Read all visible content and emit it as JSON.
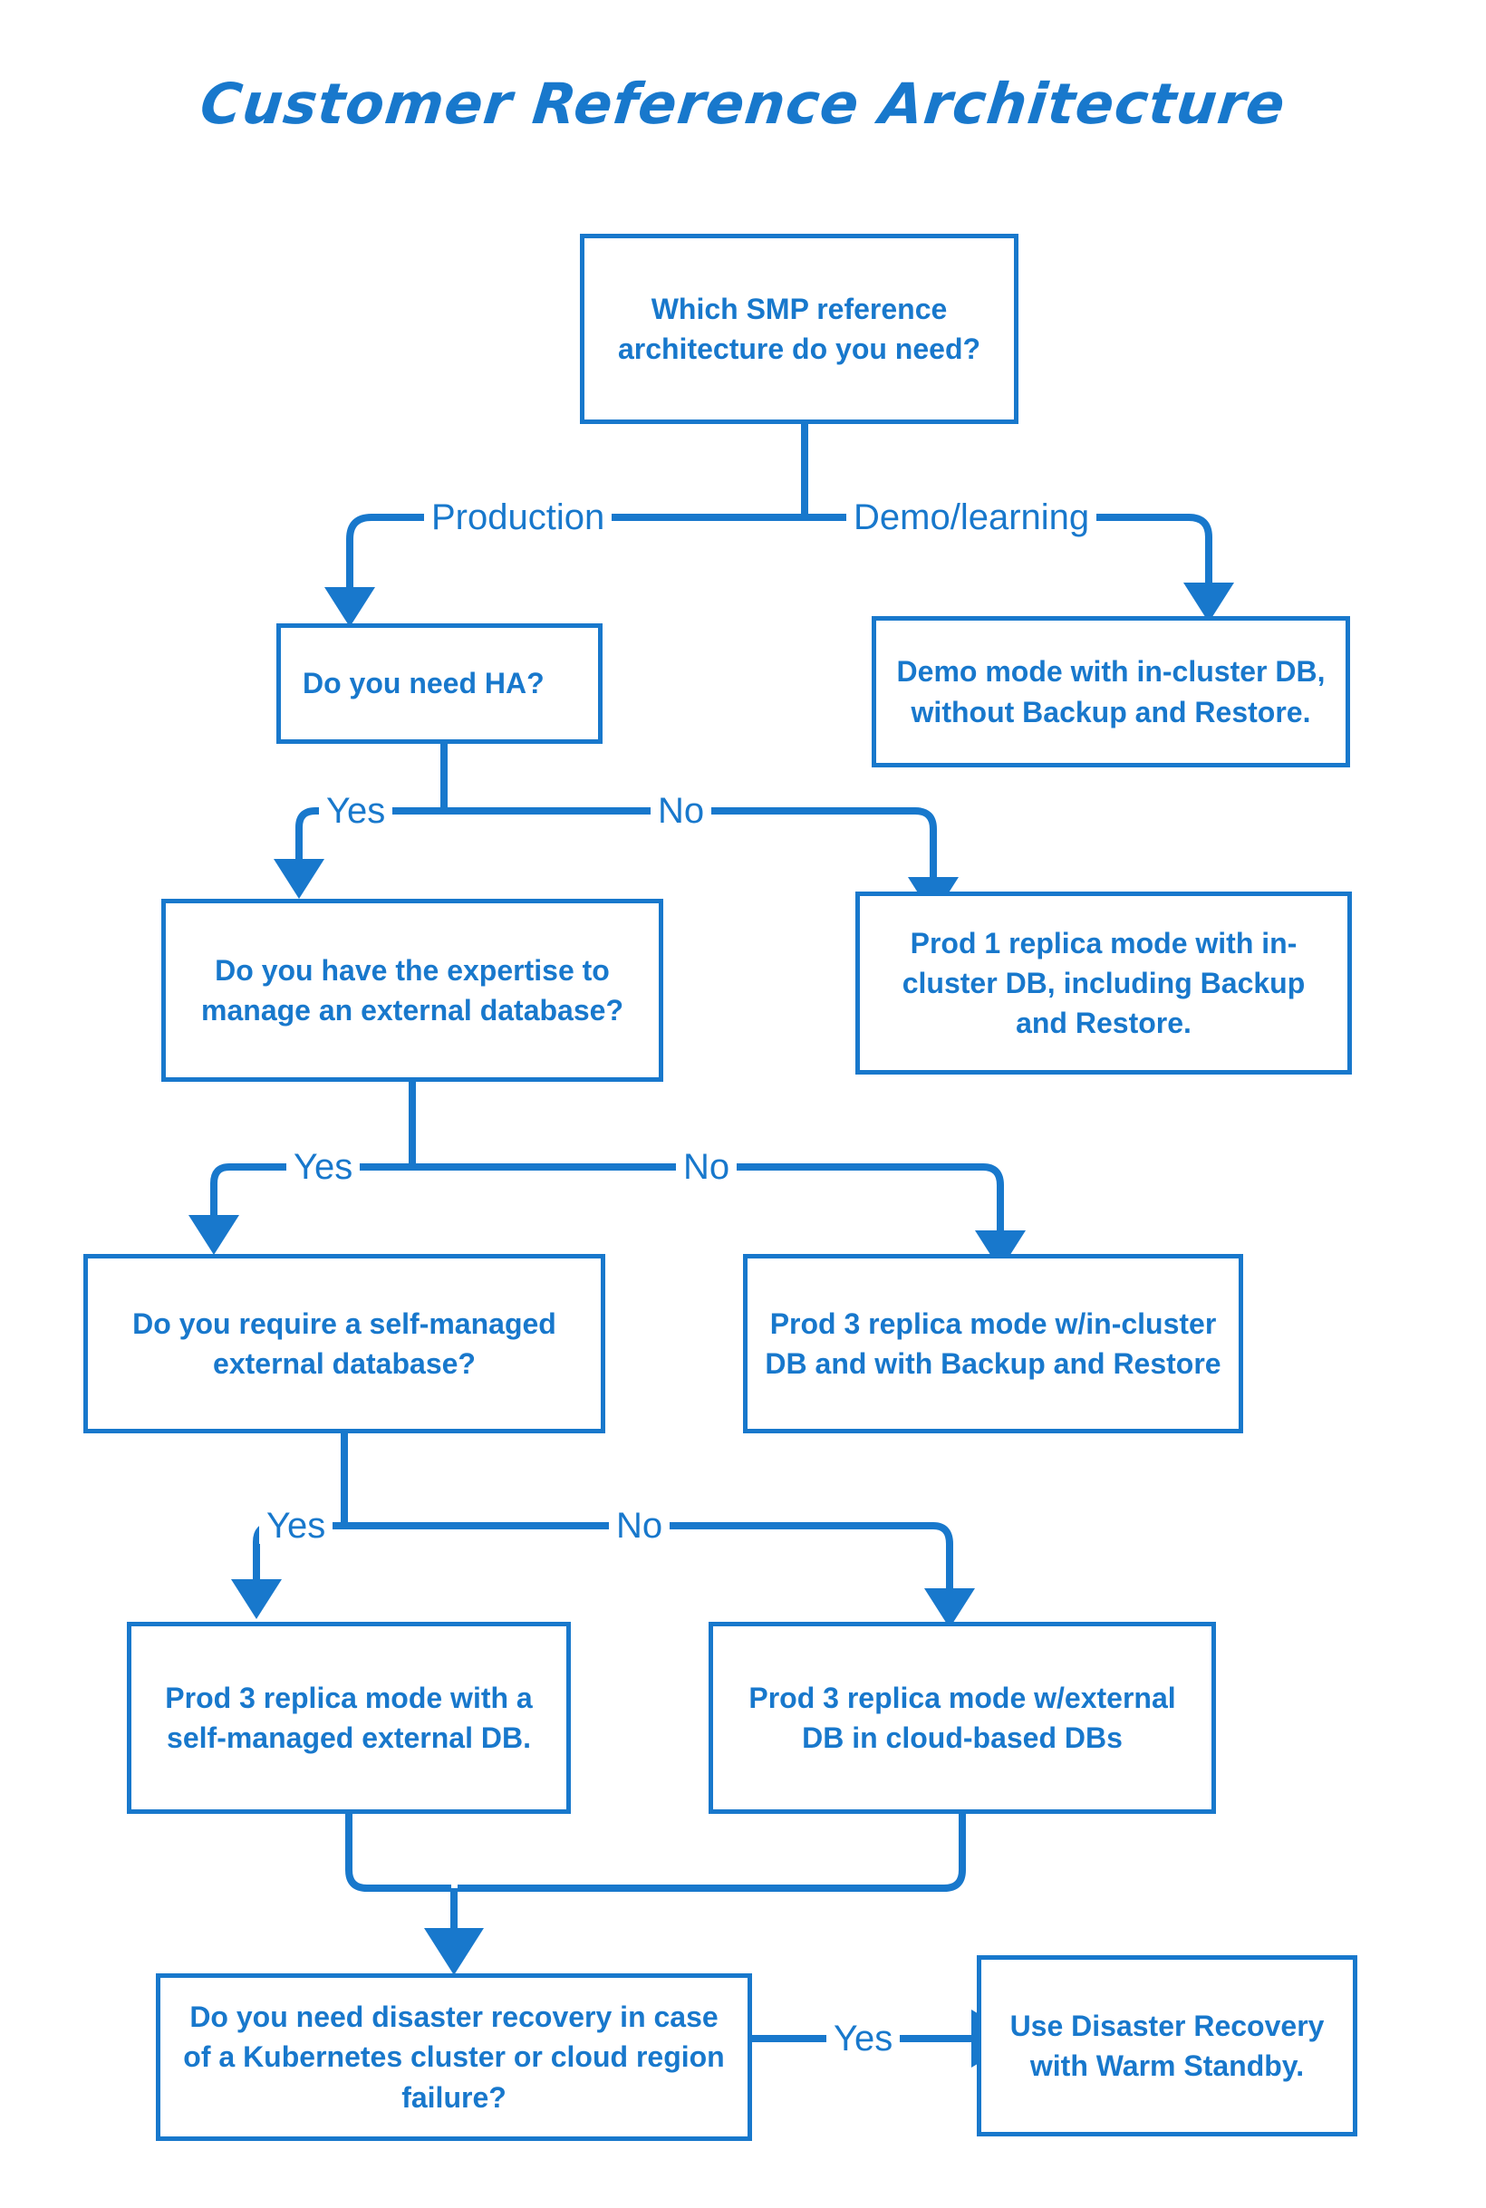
{
  "title": "Customer Reference Architecture",
  "theme": {
    "accent": "#1878CC",
    "background": "#FFFFFF",
    "line_width": 8,
    "border_width": 5
  },
  "diagram": {
    "type": "flowchart",
    "orientation": "top-down",
    "nodes": [
      {
        "id": "root",
        "kind": "decision",
        "text": "Which SMP reference architecture do you need?"
      },
      {
        "id": "ha",
        "kind": "decision",
        "text": "Do you need HA?"
      },
      {
        "id": "demo",
        "kind": "outcome",
        "text": "Demo mode with in-cluster DB, without Backup and Restore."
      },
      {
        "id": "expertise",
        "kind": "decision",
        "text": "Do you have the expertise to manage an external database?"
      },
      {
        "id": "prod1",
        "kind": "outcome",
        "text": "Prod 1 replica mode with in-cluster DB, including Backup and Restore."
      },
      {
        "id": "selfmanaged",
        "kind": "decision",
        "text": "Do you require a self-managed external database?"
      },
      {
        "id": "prod3incluster",
        "kind": "outcome",
        "text": "Prod 3 replica mode w/in-cluster DB and with Backup and Restore"
      },
      {
        "id": "prod3self",
        "kind": "outcome",
        "text": "Prod 3 replica mode with a self-managed external DB."
      },
      {
        "id": "prod3cloud",
        "kind": "outcome",
        "text": "Prod 3 replica mode w/external DB in cloud-based DBs"
      },
      {
        "id": "dr",
        "kind": "decision",
        "text": "Do you need disaster recovery in case of a Kubernetes cluster or cloud region failure?"
      },
      {
        "id": "warmstandby",
        "kind": "outcome",
        "text": "Use Disaster Recovery with Warm Standby."
      }
    ],
    "edges": [
      {
        "from": "root",
        "to": "ha",
        "label": "Production"
      },
      {
        "from": "root",
        "to": "demo",
        "label": "Demo/learning"
      },
      {
        "from": "ha",
        "to": "expertise",
        "label": "Yes"
      },
      {
        "from": "ha",
        "to": "prod1",
        "label": "No"
      },
      {
        "from": "expertise",
        "to": "selfmanaged",
        "label": "Yes"
      },
      {
        "from": "expertise",
        "to": "prod3incluster",
        "label": "No"
      },
      {
        "from": "selfmanaged",
        "to": "prod3self",
        "label": "Yes"
      },
      {
        "from": "selfmanaged",
        "to": "prod3cloud",
        "label": "No"
      },
      {
        "from": "prod3self",
        "to": "dr",
        "label": ""
      },
      {
        "from": "prod3cloud",
        "to": "dr",
        "label": ""
      },
      {
        "from": "dr",
        "to": "warmstandby",
        "label": "Yes"
      }
    ],
    "edge_labels": {
      "production": "Production",
      "demo_learning": "Demo/learning",
      "ha_yes": "Yes",
      "ha_no": "No",
      "expertise_yes": "Yes",
      "expertise_no": "No",
      "selfmanaged_yes": "Yes",
      "selfmanaged_no": "No",
      "dr_yes": "Yes"
    }
  }
}
